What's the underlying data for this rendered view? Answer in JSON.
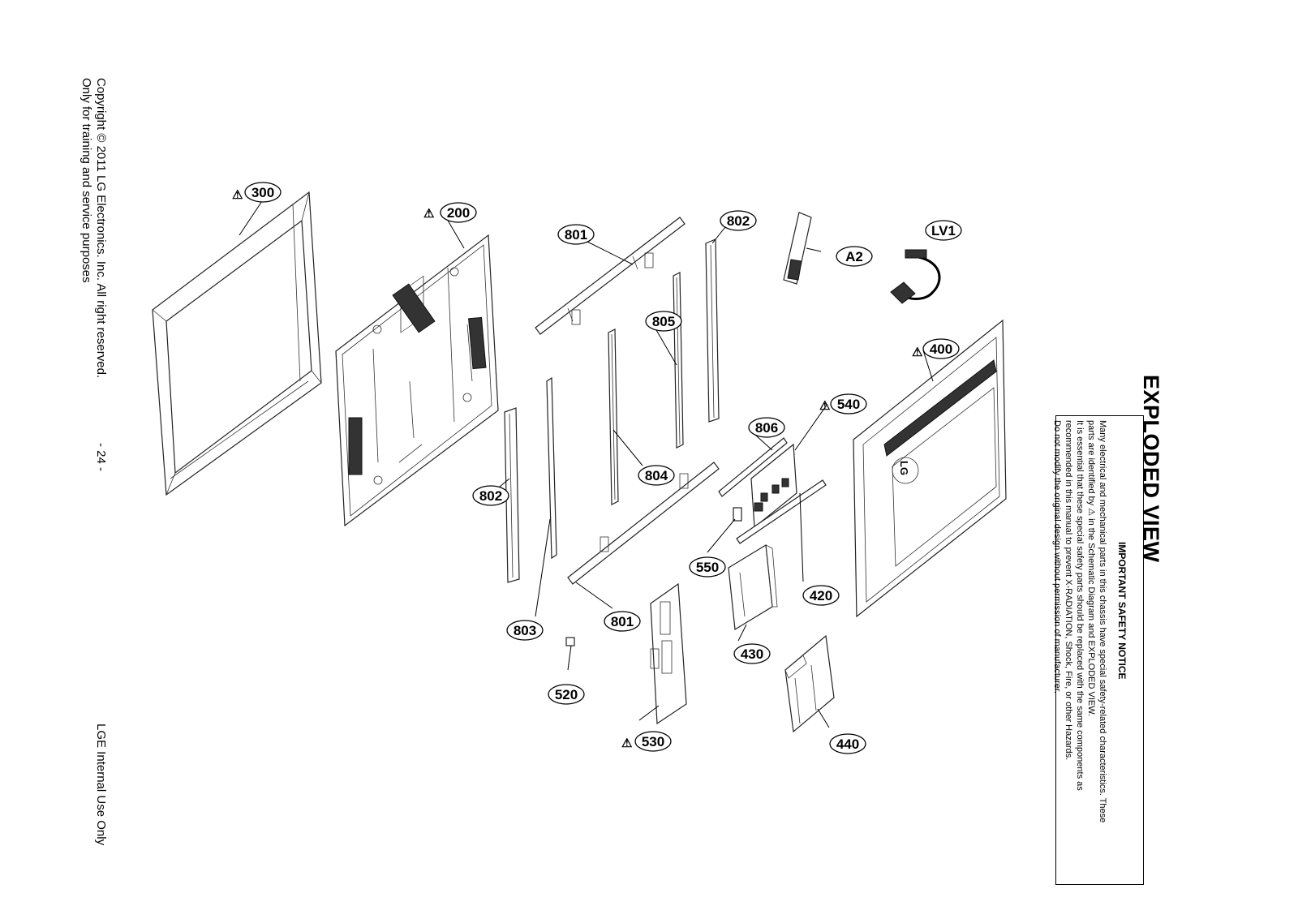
{
  "document": {
    "copyright": "Copyright  © 2011 LG Electronics. Inc. All right reserved.",
    "purpose": "Only for training and service purposes",
    "page_number": "- 24 -",
    "internal_use": "LGE Internal Use Only",
    "title": "EXPLODED VIEW"
  },
  "notice": {
    "heading": "IMPORTANT SAFETY NOTICE",
    "lines": [
      "Many electrical and mechanical parts in this chassis have special safety-related characteristics. These",
      "parts are identified by ⚠ in the Schematic Diagram and EXPLODED VIEW.",
      "It is essential that these special safety parts should be replaced with the same components as",
      "recommended in this manual to prevent X-RADIATION, Shock, Fire, or other Hazards.",
      "Do not modify the original design without permission of manufacturer."
    ]
  },
  "callouts": {
    "c300": "300",
    "c200": "200",
    "c801_top": "801",
    "c802_right": "802",
    "c805": "805",
    "c804": "804",
    "c802_left": "802",
    "c803": "803",
    "c801_bottom": "801",
    "cA2": "A2",
    "cLV1": "LV1",
    "c400": "400",
    "c540": "540",
    "c806": "806",
    "c550": "550",
    "c420": "420",
    "c430": "430",
    "c520": "520",
    "c530": "530",
    "c440": "440"
  },
  "logo_text": "LG",
  "safety_symbol": "⚠",
  "colors": {
    "ink": "#000000",
    "paper": "#ffffff"
  }
}
